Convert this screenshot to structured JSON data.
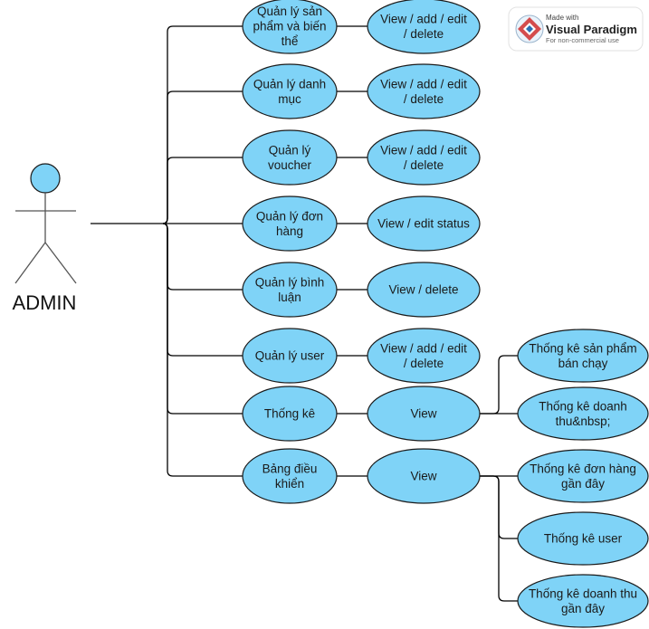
{
  "actor": {
    "label": "ADMIN"
  },
  "watermark": {
    "made_with": "Made with",
    "brand": "Visual Paradigm",
    "note": "For non-commercial use"
  },
  "use_cases": [
    {
      "label": "Quản lý sản phẩm và biến thể",
      "action": "View / add / edit / delete"
    },
    {
      "label": "Quản lý danh mục",
      "action": "View / add / edit / delete"
    },
    {
      "label": "Quản lý voucher",
      "action": "View / add / edit / delete"
    },
    {
      "label": "Quản lý đơn hàng",
      "action": "View / edit status"
    },
    {
      "label": "Quản lý bình luận",
      "action": "View / delete"
    },
    {
      "label": "Quản lý user",
      "action": "View / add / edit / delete"
    },
    {
      "label": "Thống kê",
      "action": "View",
      "children": [
        "Thống kê sản phẩm bán chạy",
        "Thống kê doanh thu&nbsp;"
      ]
    },
    {
      "label": "Bảng điều khiển",
      "action": "View",
      "children": [
        "Thống kê đơn hàng gần đây",
        "Thống kê user",
        "Thống kê doanh thu gần đây"
      ]
    }
  ],
  "colors": {
    "fill": "#7fd3f7",
    "stroke": "#1a1a1a",
    "line": "#000000"
  }
}
